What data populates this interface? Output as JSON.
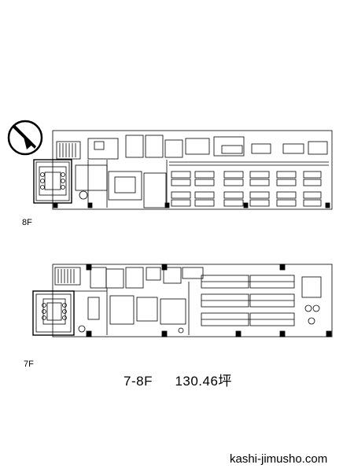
{
  "floors": [
    {
      "id": "8F",
      "label": "8F"
    },
    {
      "id": "7F",
      "label": "7F"
    }
  ],
  "summary": {
    "floors": "7-8F",
    "area": "130.46坪"
  },
  "site": "kashi-jimusho.com",
  "icons": [
    "north-compass-icon"
  ]
}
